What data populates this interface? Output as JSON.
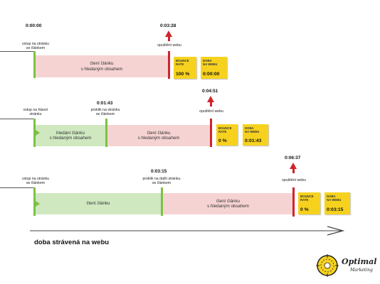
{
  "colors": {
    "green": "#7dc142",
    "red": "#d0242c",
    "pink": "#f6d3d3",
    "light_green": "#cfe8c0",
    "yellow": "#f6d21e"
  },
  "rows": [
    {
      "start_time": "0:00:00",
      "start_label": "vstup na stránku\nse článkem",
      "bars": [
        {
          "text": "čtení článku\ns hledaným obsahem"
        }
      ],
      "exit_time": "0:03:28",
      "exit_label": "opuštění webu",
      "bounce_label": "BOUNCE\nRATE",
      "bounce_value": "100 %",
      "duration_label": "DOBA\nNA WEBU",
      "duration_value": "0:00:00"
    },
    {
      "start_label": "vstup na hlavní\nstránku",
      "mid_time": "0:01:43",
      "mid_label": "proklik na stránku\nse článkem",
      "bars": [
        {
          "text": "hledání článku\ns hledaným obsahem"
        },
        {
          "text": "čtení článku\ns hledaným obsahem"
        }
      ],
      "exit_time": "0:04:51",
      "exit_label": "opuštění webu",
      "bounce_label": "BOUNCE\nRATE",
      "bounce_value": "0 %",
      "duration_label": "DOBA\nNA WEBU",
      "duration_value": "0:01:43"
    },
    {
      "start_label": "vstup na stránku\nse článkem",
      "mid_time": "0:03:15",
      "mid_label": "proklik na další stránku\nse článkem",
      "bars": [
        {
          "text": "čtení článku"
        },
        {
          "text": "čtení článku\ns hledaným obsahem"
        }
      ],
      "exit_time": "0:06:37",
      "exit_label": "opuštění webu",
      "bounce_label": "BOUNCE\nRATE",
      "bounce_value": "0 %",
      "duration_label": "DOBA\nNA WEBU",
      "duration_value": "0:03:15"
    }
  ],
  "footer": {
    "title": "doba strávená na webu"
  },
  "logo": {
    "name": "Optimal",
    "sub": "Marketing"
  }
}
